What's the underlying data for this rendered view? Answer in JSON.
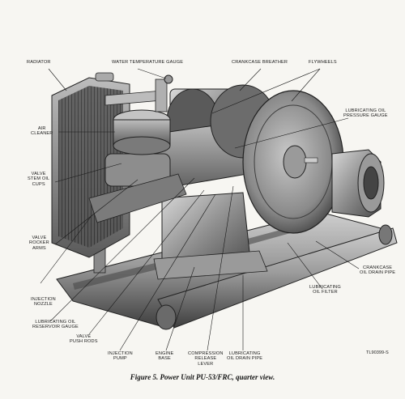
{
  "labels": {
    "radiator": "RADIATOR",
    "water_temperature_gauge": "WATER TEMPERATURE GAUGE",
    "crankcase_breather": "CRANKCASE BREATHER",
    "flywheels": "FLYWHEELS",
    "air_cleaner": "AIR\nCLEANER",
    "lubricating_oil_pressure_gauge": "LUBRICATING OIL\nPRESSURE GAUGE",
    "valve_stem_oil_cups": "VALVE\nSTEM OIL\nCUPS",
    "valve_rocker_arms": "VALVE\nROCKER\nARMS",
    "crankcase_oil_drain_pipe": "CRANKCASE\nOIL DRAIN PIPE",
    "lubricating_oil_filter": "LUBRICATING\nOIL FILTER",
    "injection_nozzle": "INJECTION\nNOZZLE",
    "lubricating_oil_reservoir_gauge": "LUBRICATING OIL\nRESERVOIR GAUGE",
    "valve_push_rods": "VALVE\nPUSH RODS",
    "injection_pump": "INJECTION\nPUMP",
    "engine_base": "ENGINE\nBASE",
    "compression_release_lever": "COMPRESSION\nRELEASE\nLEVER",
    "lubricating_oil_drain_pipe": "LUBRICATING\nOIL DRAIN PIPE"
  },
  "reference_number": "TL90399-S",
  "caption": "Figure 5. Power Unit PU-53/FRC, quarter view."
}
